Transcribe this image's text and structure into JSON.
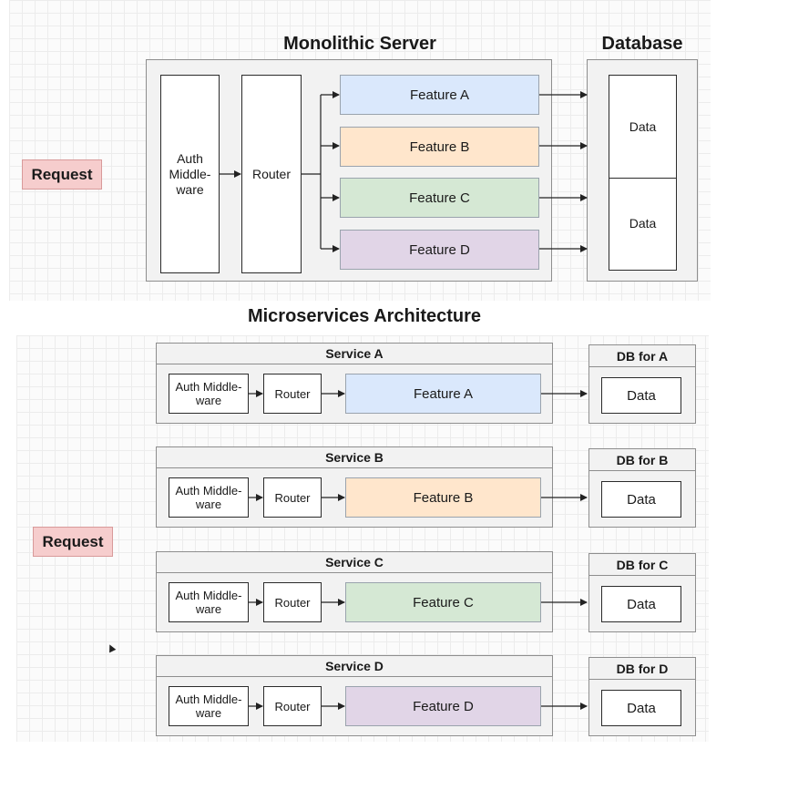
{
  "monolith": {
    "title": "Monolithic Server",
    "db_title": "Database",
    "request": "Request",
    "auth": "Auth Middle- ware",
    "router": "Router",
    "features": [
      "Feature A",
      "Feature B",
      "Feature C",
      "Feature D"
    ],
    "data": [
      "Data",
      "Data"
    ]
  },
  "micro": {
    "title": "Microservices Architecture",
    "request": "Request",
    "services": [
      {
        "name": "Service A",
        "auth": "Auth Middle- ware",
        "router": "Router",
        "feature": "Feature A",
        "db": "DB for A",
        "data": "Data"
      },
      {
        "name": "Service B",
        "auth": "Auth Middle- ware",
        "router": "Router",
        "feature": "Feature B",
        "db": "DB for B",
        "data": "Data"
      },
      {
        "name": "Service C",
        "auth": "Auth Middle- ware",
        "router": "Router",
        "feature": "Feature C",
        "db": "DB for C",
        "data": "Data"
      },
      {
        "name": "Service D",
        "auth": "Auth Middle- ware",
        "router": "Router",
        "feature": "Feature D",
        "db": "DB for D",
        "data": "Data"
      }
    ]
  },
  "colors": {
    "feature_a": "#dae8fc",
    "feature_b": "#ffe6cc",
    "feature_c": "#d5e8d4",
    "feature_d": "#e1d5e7",
    "request_fill": "#f8cecc"
  }
}
